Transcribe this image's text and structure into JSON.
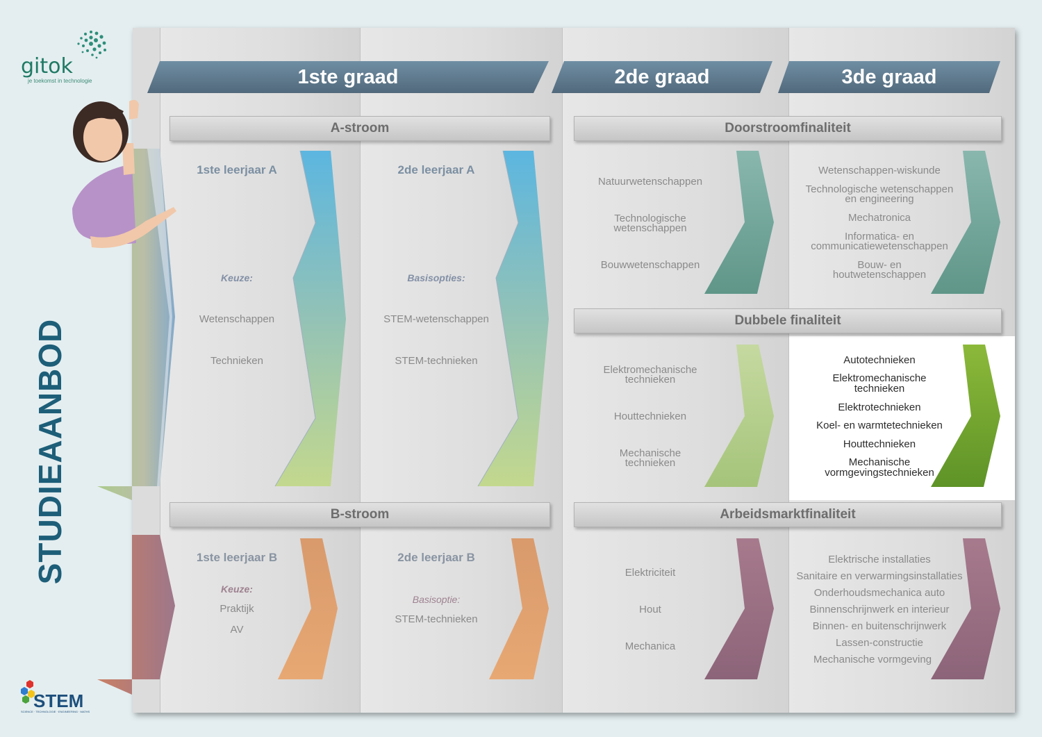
{
  "logo": {
    "name": "gitok",
    "tagline": "je toekomst in technologie"
  },
  "side_title": "STUDIEAANBOD",
  "stem_logo": {
    "name": "STEM",
    "tagline": "SCIENCE · TECHNOLOGIE · ENGINEERING · MATHS"
  },
  "grades": {
    "g1": "1ste graad",
    "g2": "2de graad",
    "g3": "3de graad"
  },
  "a_stroom": {
    "header": "A-stroom",
    "y1": {
      "title": "1ste leerjaar A",
      "label": "Keuze:",
      "items": [
        "Wetenschappen",
        "Technieken"
      ]
    },
    "y2": {
      "title": "2de leerjaar A",
      "label": "Basisopties:",
      "items": [
        "STEM-wetenschappen",
        "STEM-technieken"
      ]
    }
  },
  "b_stroom": {
    "header": "B-stroom",
    "y1": {
      "title": "1ste leerjaar B",
      "label": "Keuze:",
      "items": [
        "Praktijk",
        "AV"
      ]
    },
    "y2": {
      "title": "2de leerjaar B",
      "label": "Basisoptie:",
      "items": [
        "STEM-technieken"
      ]
    }
  },
  "doorstroom": {
    "header": "Doorstroomfinaliteit",
    "g2": [
      "Natuurwetenschappen",
      "Technologische wetenschappen",
      "Bouwwetenschappen"
    ],
    "g3": [
      "Wetenschappen-wiskunde",
      "Technologische wetenschappen en engineering",
      "Mechatronica",
      "Informatica- en communicatiewetenschappen",
      "Bouw- en houtwetenschappen"
    ]
  },
  "dubbel": {
    "header": "Dubbele finaliteit",
    "g2": [
      "Elektromechanische technieken",
      "Houttechnieken",
      "Mechanische technieken"
    ],
    "g3": [
      "Autotechnieken",
      "Elektromechanische technieken",
      "Elektrotechnieken",
      "Koel- en warmtetechnieken",
      "Houttechnieken",
      "Mechanische vormgevingstechnieken"
    ]
  },
  "arbeid": {
    "header": "Arbeidsmarktfinaliteit",
    "g2": [
      "Elektriciteit",
      "Hout",
      "Mechanica"
    ],
    "g3": [
      "Elektrische installaties",
      "Sanitaire en verwarmingsinstallaties",
      "Onderhoudsmechanica auto",
      "Binnenschrijnwerk en interieur",
      "Binnen- en buitenschrijnwerk",
      "Lassen-constructie",
      "Mechanische vormgeving"
    ]
  },
  "colors": {
    "grade_tag": "#5e7d90",
    "title": "#1d5e78",
    "teal": "#6ea79d",
    "lime": "#a7c96b",
    "green": "#6d9f25",
    "copper": "#cf8a66",
    "mauve": "#946e87",
    "blue": "#62b6dc"
  }
}
